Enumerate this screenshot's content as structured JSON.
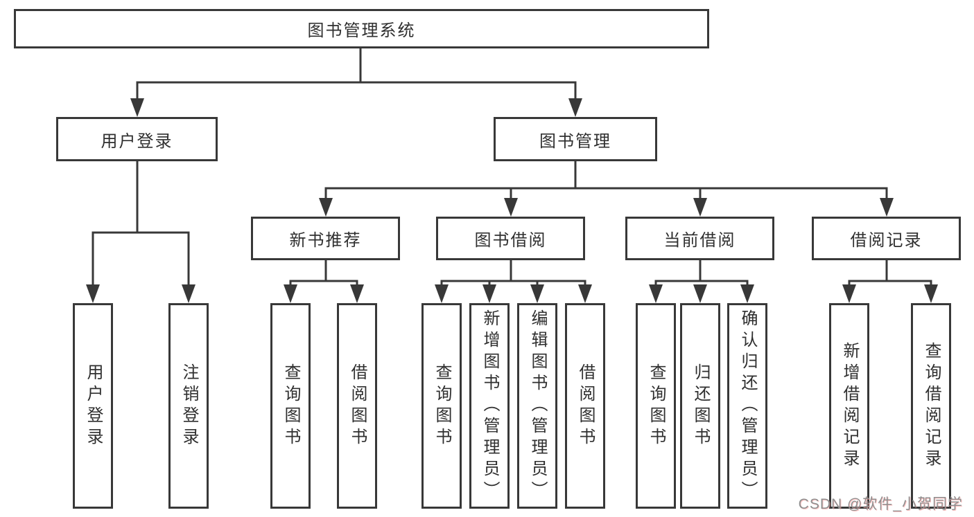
{
  "style": {
    "line_color": "#383838",
    "text_color": "#2f2f2f",
    "box_background": "#ffffff",
    "page_background": "#ffffff",
    "watermark_color": "#8f8f8f"
  },
  "tree": {
    "label": "图书管理系统",
    "children": [
      {
        "label": "用户登录",
        "children": [
          {
            "label": "用户登录"
          },
          {
            "label": "注销登录"
          }
        ]
      },
      {
        "label": "图书管理",
        "children": [
          {
            "label": "新书推荐",
            "children": [
              {
                "label": "查询图书"
              },
              {
                "label": "借阅图书"
              }
            ]
          },
          {
            "label": "图书借阅",
            "children": [
              {
                "label": "查询图书"
              },
              {
                "label": "新增图书（管理员）"
              },
              {
                "label": "编辑图书（管理员）"
              },
              {
                "label": "借阅图书"
              }
            ]
          },
          {
            "label": "当前借阅",
            "children": [
              {
                "label": "查询图书"
              },
              {
                "label": "归还图书"
              },
              {
                "label": "确认归还（管理员）"
              }
            ]
          },
          {
            "label": "借阅记录",
            "children": [
              {
                "label": "新增借阅记录"
              },
              {
                "label": "查询借阅记录"
              }
            ]
          }
        ]
      }
    ]
  },
  "watermark": {
    "text": "CSDN @软件_小贺同学"
  }
}
